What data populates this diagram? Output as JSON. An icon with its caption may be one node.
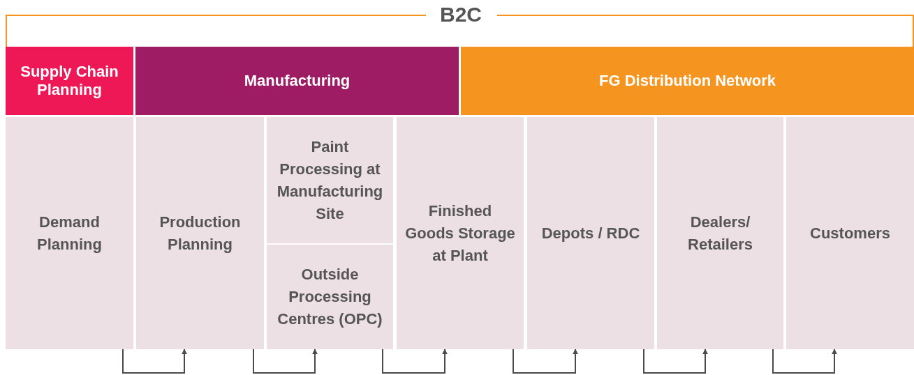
{
  "diagram": {
    "title": "B2C",
    "nodes": [
      {
        "text": [
          "Supply Chain Planning"
        ]
      },
      {
        "text": [
          "Manufacturing"
        ]
      },
      {
        "text": [
          "FG Distribution Network"
        ]
      },
      {
        "text": [
          "Demand Planning"
        ]
      },
      {
        "text": [
          "Production Planning"
        ]
      },
      {
        "text": [
          "Paint Processing at Manufacturing Site"
        ]
      },
      {
        "text": [
          "Outside Processing Centres (OPC)"
        ]
      },
      {
        "text": [
          "Finished Goods Storage at Plant"
        ]
      },
      {
        "text": [
          "Depots / RDC"
        ]
      },
      {
        "text": [
          "Dealers/ Retailers"
        ]
      },
      {
        "text": [
          "Customers"
        ]
      }
    ],
    "edges": [
      {
        "from": 3,
        "to": 4,
        "arrow": "to"
      },
      {
        "from": 4,
        "to": 6,
        "arrow": "to"
      },
      {
        "from": 6,
        "to": 7,
        "arrow": "to"
      },
      {
        "from": 7,
        "to": 8,
        "arrow": "to"
      },
      {
        "from": 8,
        "to": 9,
        "arrow": "to"
      },
      {
        "from": 9,
        "to": 10,
        "arrow": "to"
      }
    ]
  }
}
